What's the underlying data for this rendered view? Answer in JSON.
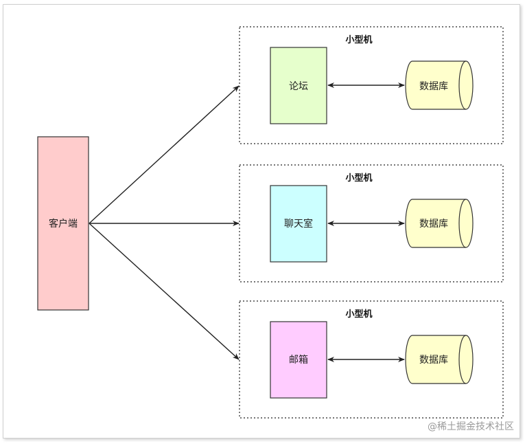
{
  "client": {
    "label": "客户端",
    "fill": "#ffcccc"
  },
  "groups": [
    {
      "title": "小型机",
      "service": {
        "label": "论坛",
        "fill": "#e6ffcc"
      },
      "database": {
        "label": "数据库",
        "fill": "#ffffcc"
      }
    },
    {
      "title": "小型机",
      "service": {
        "label": "聊天室",
        "fill": "#ccffff"
      },
      "database": {
        "label": "数据库",
        "fill": "#ffffcc"
      }
    },
    {
      "title": "小型机",
      "service": {
        "label": "邮箱",
        "fill": "#ffccff"
      },
      "database": {
        "label": "数据库",
        "fill": "#ffffcc"
      }
    }
  ],
  "watermark": "@稀土掘金技术社区"
}
